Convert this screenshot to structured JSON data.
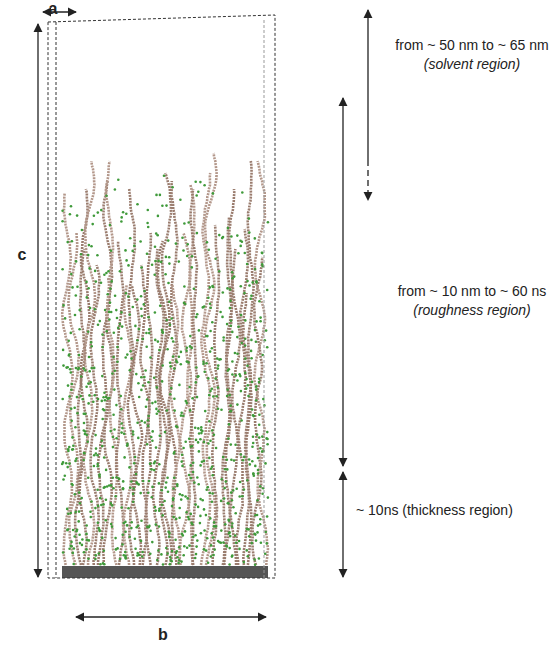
{
  "diagram": {
    "labels": [
      "a",
      "c",
      "b",
      "from ~ 50 nm to ~ 65 nm",
      "(solvent region)",
      "from ~ 10 nm to ~ 60 ns",
      "(roughness region)",
      "~ 10ns (thickness region)"
    ]
  }
}
